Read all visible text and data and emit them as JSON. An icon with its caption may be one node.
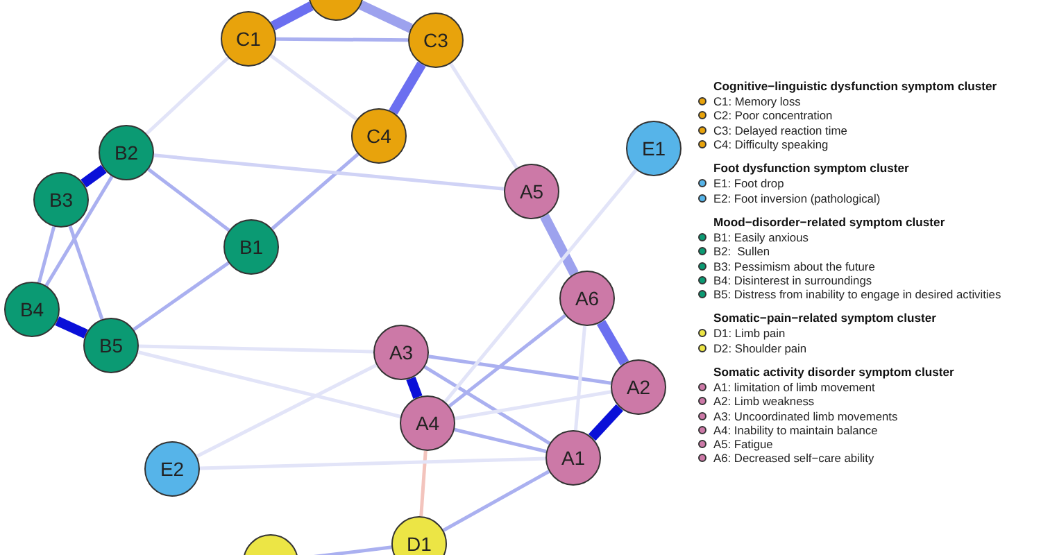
{
  "diagram": {
    "nodes": [
      {
        "text": [],
        "shape": "circle"
      },
      {
        "text": [
          "C1"
        ]
      },
      {
        "text": [
          "C3"
        ]
      },
      {
        "text": [
          "C4"
        ]
      },
      {
        "text": [
          "E1"
        ]
      },
      {
        "text": [
          "B2"
        ]
      },
      {
        "text": [
          "A5"
        ]
      },
      {
        "text": [
          "B3"
        ]
      },
      {
        "text": [
          "B1"
        ]
      },
      {
        "text": [
          "A6"
        ]
      },
      {
        "text": [
          "B4"
        ]
      },
      {
        "text": [
          "B5"
        ]
      },
      {
        "text": [
          "A3"
        ]
      },
      {
        "text": [
          "A2"
        ]
      },
      {
        "text": [
          "A4"
        ]
      },
      {
        "text": [
          "A1"
        ]
      },
      {
        "text": [
          "E2"
        ]
      },
      {
        "text": [
          "D1"
        ]
      },
      {
        "text": [],
        "shape": "circle"
      }
    ],
    "edges": [
      {
        "from": 1,
        "to": 0,
        "arrow": "none",
        "style": "thick",
        "color": "#6b6ff0"
      },
      {
        "from": 0,
        "to": 2,
        "arrow": "none",
        "style": "thick",
        "color": "#9da2ee"
      },
      {
        "from": 1,
        "to": 2,
        "arrow": "none"
      },
      {
        "from": 2,
        "to": 3,
        "arrow": "none",
        "style": "thick",
        "color": "#6b6ff0"
      },
      {
        "from": 3,
        "to": 8,
        "arrow": "none"
      },
      {
        "from": 1,
        "to": 3,
        "arrow": "none",
        "color": "#e2e4f8"
      },
      {
        "from": 5,
        "to": 7,
        "arrow": "none",
        "style": "thick",
        "color": "#0a10d8"
      },
      {
        "from": 7,
        "to": 10,
        "arrow": "none"
      },
      {
        "from": 7,
        "to": 11,
        "arrow": "none"
      },
      {
        "from": 5,
        "to": 10,
        "arrow": "none"
      },
      {
        "from": 10,
        "to": 11,
        "arrow": "none",
        "style": "thick",
        "color": "#0a10d8"
      },
      {
        "from": 8,
        "to": 11,
        "arrow": "none"
      },
      {
        "from": 5,
        "to": 8,
        "arrow": "none"
      },
      {
        "from": 5,
        "to": 6,
        "arrow": "none",
        "color": "#d0d3f6"
      },
      {
        "from": 6,
        "to": 9,
        "arrow": "none",
        "style": "thick",
        "color": "#9da2ee"
      },
      {
        "from": 9,
        "to": 13,
        "arrow": "none",
        "style": "thick",
        "color": "#6b6ff0"
      },
      {
        "from": 13,
        "to": 15,
        "arrow": "none",
        "style": "thick",
        "color": "#0a10d8"
      },
      {
        "from": 12,
        "to": 14,
        "arrow": "none",
        "style": "thick",
        "color": "#0a10d8"
      },
      {
        "from": 12,
        "to": 13,
        "arrow": "none"
      },
      {
        "from": 12,
        "to": 15,
        "arrow": "none"
      },
      {
        "from": 14,
        "to": 9,
        "arrow": "none"
      },
      {
        "from": 14,
        "to": 15,
        "arrow": "none"
      },
      {
        "from": 14,
        "to": 17,
        "arrow": "none",
        "color": "#f3c4bd"
      },
      {
        "from": 15,
        "to": 17,
        "arrow": "none"
      },
      {
        "from": 17,
        "to": 18,
        "arrow": "none"
      },
      {
        "from": 11,
        "to": 14,
        "arrow": "none",
        "color": "#e2e4f8"
      },
      {
        "from": 1,
        "to": 5,
        "arrow": "none",
        "color": "#e2e4f8"
      },
      {
        "from": 2,
        "to": 6,
        "arrow": "none",
        "color": "#e2e4f8"
      },
      {
        "from": 16,
        "to": 15,
        "arrow": "none",
        "color": "#e2e4f8"
      },
      {
        "from": 16,
        "to": 12,
        "arrow": "none",
        "color": "#e2e4f8"
      },
      {
        "from": 11,
        "to": 12,
        "arrow": "none",
        "color": "#e2e4f8"
      },
      {
        "from": 9,
        "to": 15,
        "arrow": "none",
        "color": "#e2e4f8"
      },
      {
        "from": 4,
        "to": 14,
        "arrow": "none",
        "color": "#e2e4f8"
      },
      {
        "from": 13,
        "to": 14,
        "arrow": "none",
        "color": "#e2e4f8"
      }
    ],
    "labels": [
      "Cognitive−linguistic dysfunction symptom cluster",
      "Foot dysfunction symptom cluster",
      "Mood−disorder−related symptom cluster",
      "Somatic−pain−related symptom cluster",
      "Somatic activity disorder symptom cluster"
    ],
    "legend": [
      {
        "text": "C1: Memory loss",
        "color": "#e8a30c"
      },
      {
        "text": "C2: Poor concentration",
        "color": "#e8a30c"
      },
      {
        "text": "C3: Delayed reaction time",
        "color": "#e8a30c"
      },
      {
        "text": "C4: Difficulty speaking",
        "color": "#e8a30c"
      },
      {
        "text": "E1: Foot drop",
        "color": "#56b4e9"
      },
      {
        "text": "E2: Foot inversion (pathological)",
        "color": "#56b4e9"
      },
      {
        "text": "B1: Easily anxious",
        "color": "#0b9a73"
      },
      {
        "text": "B2:  Sullen",
        "color": "#0b9a73"
      },
      {
        "text": "B3: Pessimism about the future",
        "color": "#0b9a73"
      },
      {
        "text": "B4: Disinterest in surroundings",
        "color": "#0b9a73"
      },
      {
        "text": "B5: Distress from inability to engage in desired activities",
        "color": "#0b9a73"
      },
      {
        "text": "D1: Limb pain",
        "color": "#ece545"
      },
      {
        "text": "D2: Shoulder pain",
        "color": "#ece545"
      },
      {
        "text": "A1: limitation of limb movement",
        "color": "#cc79a7"
      },
      {
        "text": "A2: Limb weakness",
        "color": "#cc79a7"
      },
      {
        "text": "A3: Uncoordinated limb movements",
        "color": "#cc79a7"
      },
      {
        "text": "A4: Inability to maintain balance",
        "color": "#cc79a7"
      },
      {
        "text": "A5: Fatigue",
        "color": "#cc79a7"
      },
      {
        "text": "A6: Decreased self−care ability",
        "color": "#cc79a7"
      }
    ]
  }
}
